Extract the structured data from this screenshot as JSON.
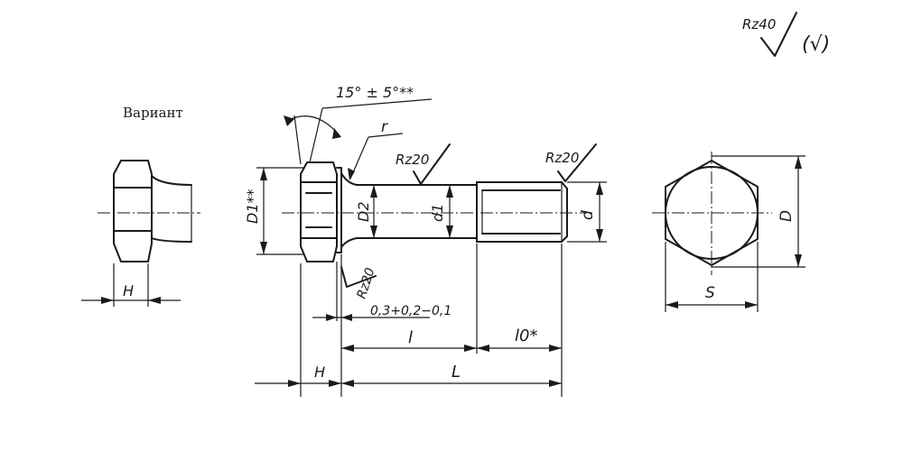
{
  "labels": {
    "variant": "Вариант",
    "rz40": "Rz40",
    "check_mark": "(√)",
    "angle": "15° ± 5°**",
    "fillet_r": "r",
    "rz20_a": "Rz20",
    "rz20_b": "Rz20",
    "rz20_c": "Rz20",
    "d1_label": "D1**",
    "d2_label": "D2",
    "shank_d": "d1",
    "thread_d": "d",
    "chamfer_tol": "0,3+0,2−0,1",
    "len_l": "l",
    "len_l0": "l0*",
    "len_L": "L",
    "head_H": "H",
    "variant_H": "H",
    "across_corners": "D",
    "across_flats": "S"
  }
}
